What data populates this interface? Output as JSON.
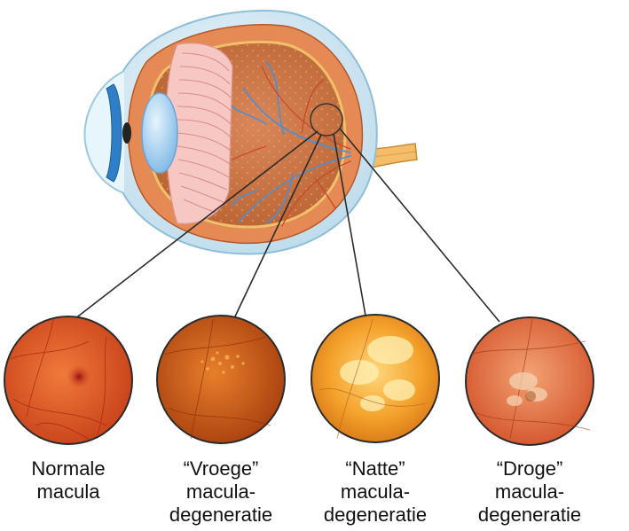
{
  "colors": {
    "sclera": "#cfe6f1",
    "choroid": "#e58a55",
    "retina": "#c8703c",
    "vitreous": "#d98357",
    "lens": "#a9d3f1",
    "iris": "#2f7fc8",
    "ciliary": "#f7c7c3",
    "vessel_blue": "#4a8fd6",
    "vessel_red": "#c94b2d",
    "optic_nerve": "#f3bd6a",
    "pointer_line": "#2b2b2b"
  },
  "eye_icon": "eye-cross-section",
  "macula_views": [
    {
      "id": "normal",
      "icon": "retina-normal-icon",
      "caption": "Normale\nmacula",
      "base": "#e9622c",
      "spot": "#b21a1a"
    },
    {
      "id": "early",
      "icon": "retina-early-icon",
      "caption": "“Vroege”\nmacula-\ndegeneratie",
      "base": "#d9641e",
      "spot": "#f1a040"
    },
    {
      "id": "wet",
      "icon": "retina-wet-icon",
      "caption": "“Natte”\nmacula-\ndegeneratie",
      "base": "#f0961d",
      "spot": "#fbe08a"
    },
    {
      "id": "dry",
      "icon": "retina-dry-icon",
      "caption": "“Droge”\nmacula-\ndegeneratie",
      "base": "#e9733d",
      "spot": "#f2c39a"
    }
  ]
}
